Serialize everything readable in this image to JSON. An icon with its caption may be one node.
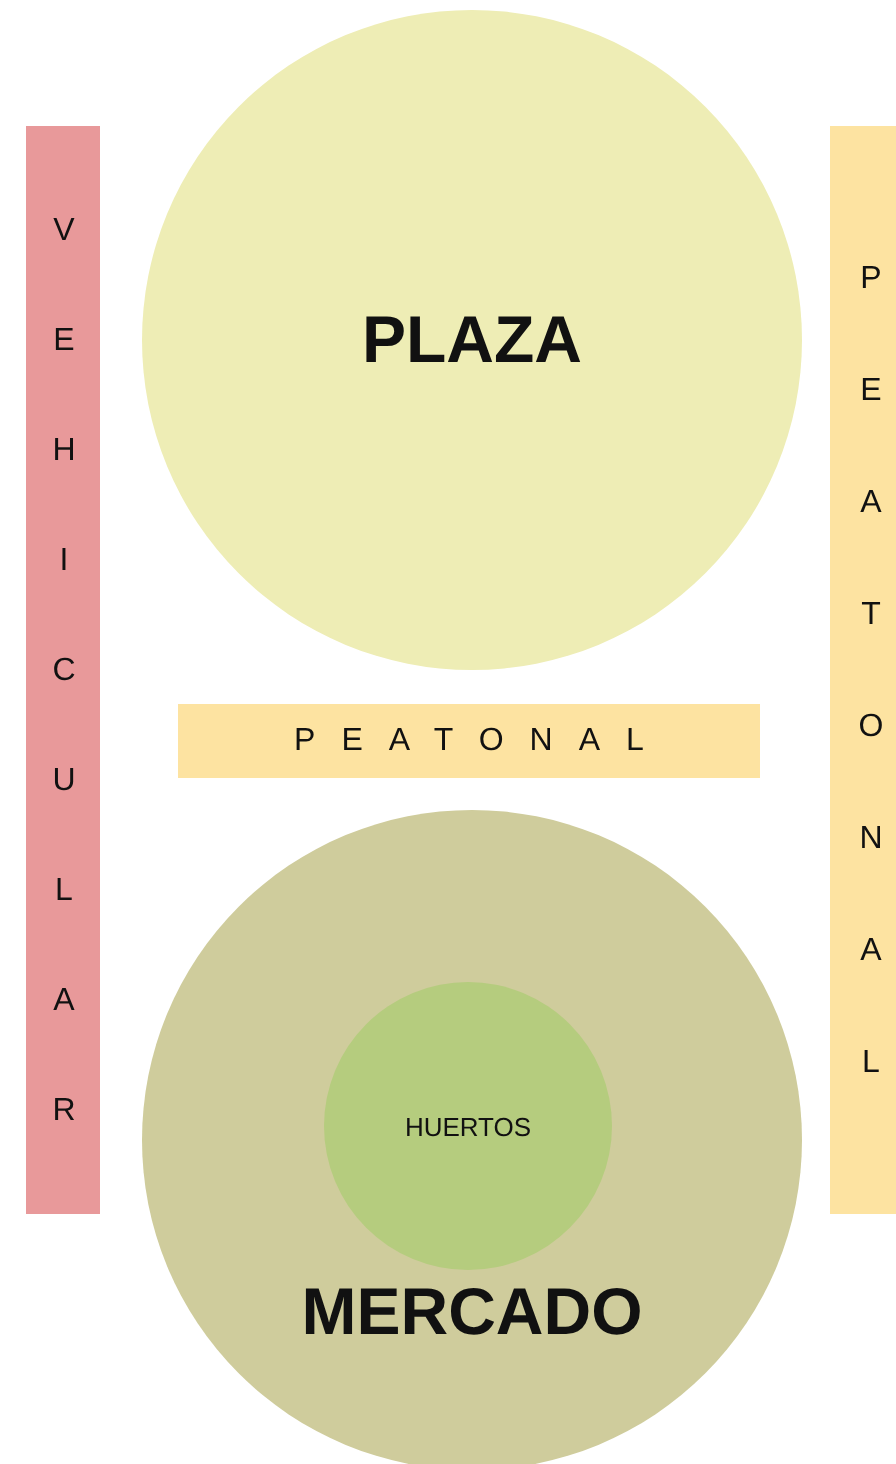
{
  "diagram": {
    "nodes": [
      {
        "text": [
          "VEHICULAR"
        ]
      },
      {
        "text": [
          "PLAZA"
        ]
      },
      {
        "text": [
          "PEATONAL"
        ]
      },
      {
        "text": [
          "PEATONAL"
        ]
      },
      {
        "text": [
          "MERCADO"
        ]
      },
      {
        "text": [
          "HUERTOS"
        ],
        "in": 4
      }
    ],
    "edges": []
  }
}
